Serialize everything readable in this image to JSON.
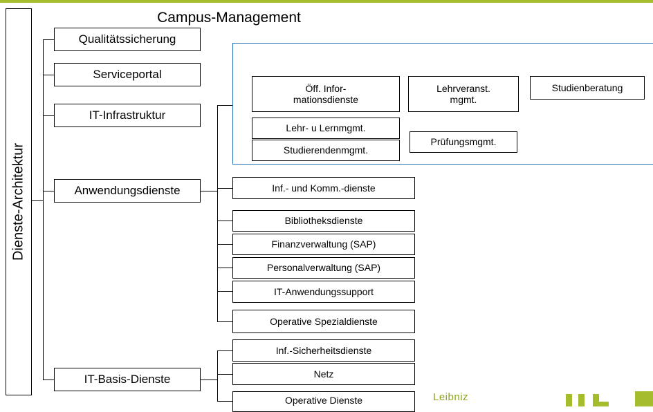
{
  "root": {
    "label": "Dienste-Architektur"
  },
  "level1": {
    "qualitaet": "Qualitätssicherung",
    "serviceportal": "Serviceportal",
    "infrastruktur": "IT-Infrastruktur",
    "anwendungsdienste": "Anwendungsdienste",
    "basisdienste": "IT-Basis-Dienste"
  },
  "campus": {
    "title": "Campus-Management",
    "items": {
      "informationsdienste": "Öff. Infor-\nmationsdienste",
      "lehrveranst": "Lehrveranst.\nmgmt.",
      "studienberatung": "Studienberatung",
      "lehrlern": "Lehr- u Lernmgmt.",
      "studierenden": "Studierendenmgmt.",
      "pruefung": "Prüfungsmgmt."
    }
  },
  "anwendung_children": {
    "infkomm": "Inf.- und Komm.-dienste",
    "bibliothek": "Bibliotheksdienste",
    "finanz": "Finanzverwaltung (SAP)",
    "personal": "Personalverwaltung (SAP)",
    "itsupport": "IT-Anwendungssupport",
    "spezial": "Operative Spezialdienste"
  },
  "basis_children": {
    "sicherheit": "Inf.-Sicherheitsdienste",
    "netz": "Netz",
    "operative": "Operative Dienste"
  },
  "footer": {
    "leibniz": "Leibniz"
  },
  "colors": {
    "accent_green": "#a5bd2c",
    "campus_border": "#1f6fb5"
  }
}
